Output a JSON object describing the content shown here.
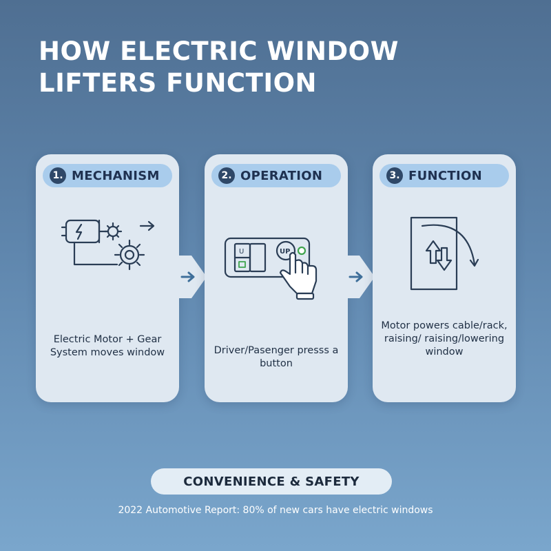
{
  "title": {
    "line1": "HOW ELECTRIC WINDOW",
    "line2": "LIFTERS FUNCTION"
  },
  "steps": [
    {
      "badge": "1.",
      "label": "MECHANISM",
      "icon": "motor-gear-icon",
      "description": "Electric Motor + Gear System moves window"
    },
    {
      "badge": "2.",
      "label": "OPERATION",
      "icon": "window-switch-press-icon",
      "switch_up_label": "U",
      "button_label": "UP",
      "description": "Driver/Pasenger presss a button"
    },
    {
      "badge": "3.",
      "label": "FUNCTION",
      "icon": "window-up-down-icon",
      "description": "Motor powers cable/rack, raising/ raising/lowering window"
    }
  ],
  "footer": {
    "heading": "CONVENIENCE & SAFETY",
    "note": "2022 Automotive Report: 80% of new cars have electric windows"
  },
  "colors": {
    "background_top": "#4f6f92",
    "background_bottom": "#7aa6cc",
    "card": "#dfe8f1",
    "pill": "#a9ccec",
    "badge": "#2f4868",
    "icon_stroke": "#2a3d55",
    "switch_green": "#3fa34d"
  }
}
